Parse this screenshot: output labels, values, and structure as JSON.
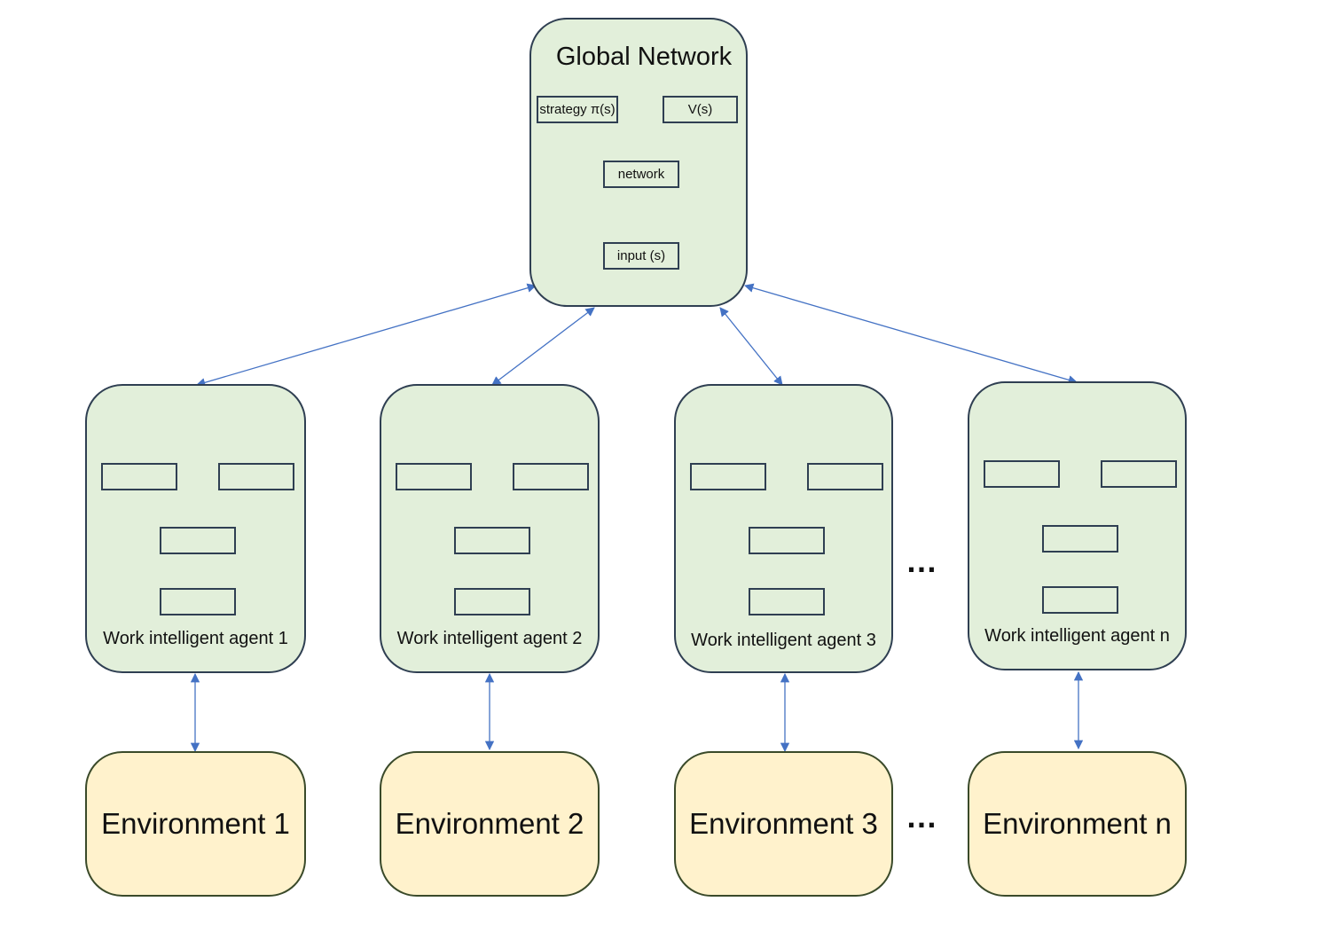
{
  "global_network": {
    "title": "Global Network",
    "strategy_label": "strategy π(s)",
    "value_label": "V(s)",
    "network_label": "network",
    "input_label": "input (s)"
  },
  "agents": [
    {
      "label": "Work intelligent agent 1"
    },
    {
      "label": "Work intelligent agent 2"
    },
    {
      "label": "Work intelligent agent 3"
    },
    {
      "label": "Work intelligent agent n"
    }
  ],
  "environments": [
    {
      "label": "Environment 1"
    },
    {
      "label": "Environment 2"
    },
    {
      "label": "Environment 3"
    },
    {
      "label": "Environment n"
    }
  ],
  "ellipsis": "…",
  "colors": {
    "node_fill_green": "#e2efda",
    "node_fill_yellow": "#fff2cc",
    "arrow": "#4472c4",
    "border": "#2f3f52"
  }
}
